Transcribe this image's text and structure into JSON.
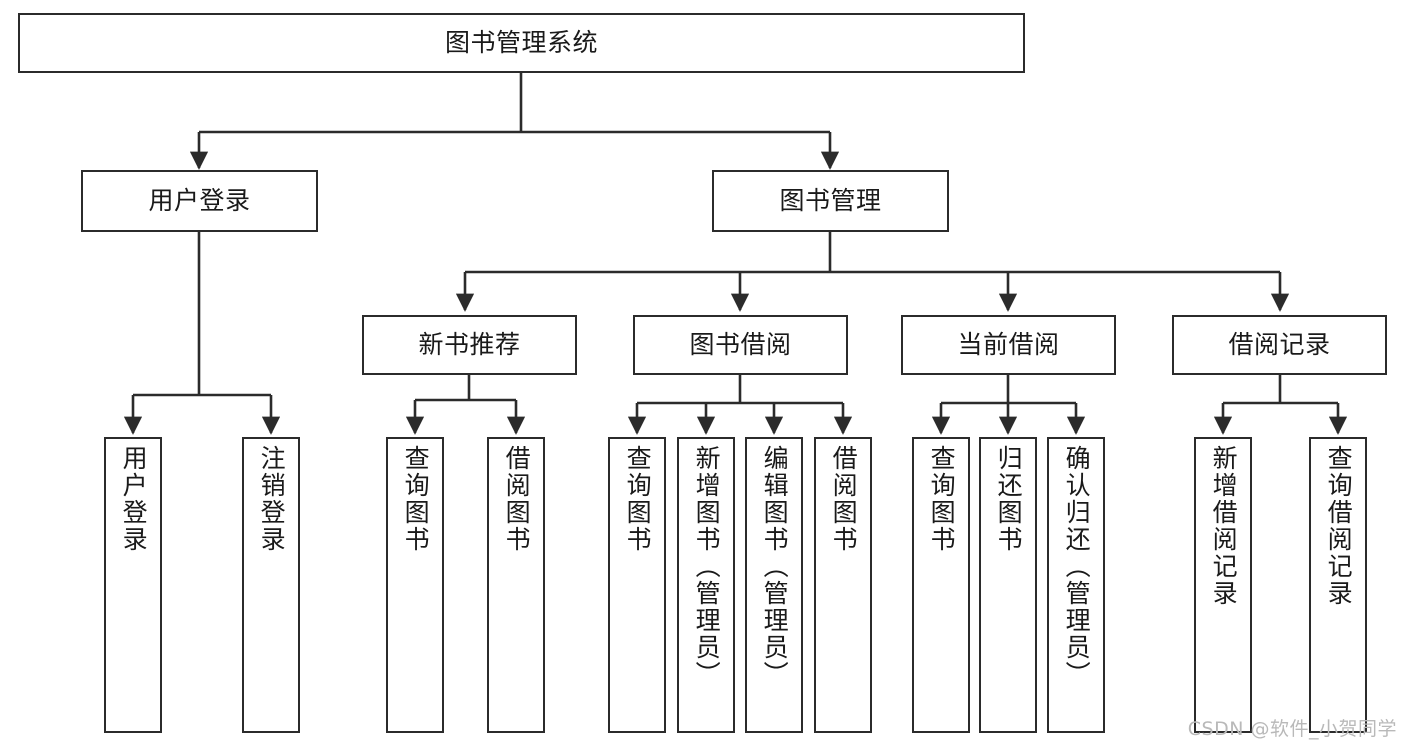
{
  "diagram": {
    "type": "tree",
    "title": "图书管理系统",
    "style": {
      "box_stroke": "#2b2b2b",
      "box_fill": "#ffffff",
      "edge_stroke": "#2b2b2b",
      "background": "#ffffff",
      "text_color": "#1a1a1a",
      "watermark_color": "#b9b9b9"
    },
    "nodes": {
      "root": {
        "label": "图书管理系统"
      },
      "level1": [
        {
          "id": "user-login",
          "label": "用户登录"
        },
        {
          "id": "book-manage",
          "label": "图书管理"
        }
      ],
      "level2": [
        {
          "id": "new-book-rec",
          "label": "新书推荐"
        },
        {
          "id": "book-borrow",
          "label": "图书借阅"
        },
        {
          "id": "current-borrow",
          "label": "当前借阅"
        },
        {
          "id": "borrow-record",
          "label": "借阅记录"
        }
      ],
      "leaves": [
        {
          "id": "leaf-user-login",
          "label": "用户登录",
          "parent": "user-login"
        },
        {
          "id": "leaf-user-logout",
          "label": "注销登录",
          "parent": "user-login"
        },
        {
          "id": "leaf-query-book-1",
          "label": "查询图书",
          "parent": "new-book-rec"
        },
        {
          "id": "leaf-borrow-book-1",
          "label": "借阅图书",
          "parent": "new-book-rec"
        },
        {
          "id": "leaf-query-book-2",
          "label": "查询图书",
          "parent": "book-borrow"
        },
        {
          "id": "leaf-add-book",
          "label": "新增图书（管理员）",
          "parent": "book-borrow"
        },
        {
          "id": "leaf-edit-book",
          "label": "编辑图书（管理员）",
          "parent": "book-borrow"
        },
        {
          "id": "leaf-borrow-book-2",
          "label": "借阅图书",
          "parent": "book-borrow"
        },
        {
          "id": "leaf-query-book-3",
          "label": "查询图书",
          "parent": "current-borrow"
        },
        {
          "id": "leaf-return-book",
          "label": "归还图书",
          "parent": "current-borrow"
        },
        {
          "id": "leaf-confirm-return",
          "label": "确认归还（管理员）",
          "parent": "current-borrow"
        },
        {
          "id": "leaf-add-record",
          "label": "新增借阅记录",
          "parent": "borrow-record"
        },
        {
          "id": "leaf-query-record",
          "label": "查询借阅记录",
          "parent": "borrow-record"
        }
      ]
    }
  },
  "watermark": {
    "text": "CSDN @软件_小贺同学"
  }
}
